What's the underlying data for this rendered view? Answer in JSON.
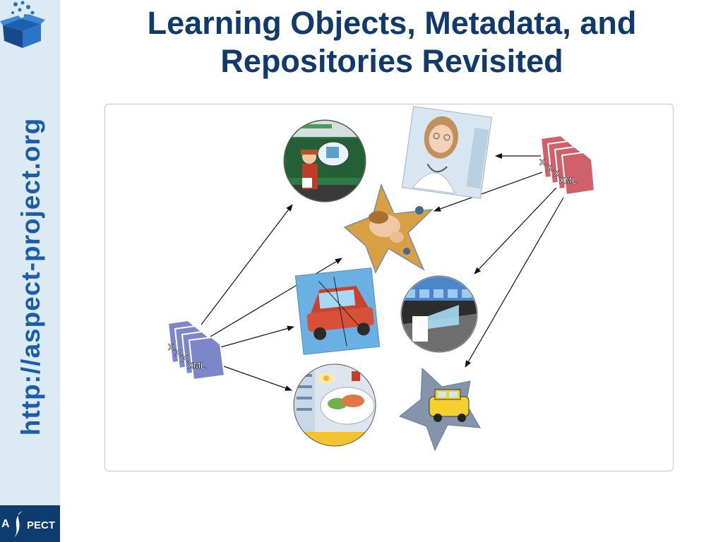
{
  "slide": {
    "title_line1": "Learning Objects, Metadata, and",
    "title_line2": "Repositories Revisited"
  },
  "sidebar": {
    "url": "http://aspect-project.org",
    "logo_a": "A",
    "logo_pect": "PECT"
  },
  "diagram": {
    "xml_label_left": "XML",
    "xml_label_right": "XML",
    "back_label": "X",
    "left_color": "#7b87c8",
    "right_color": "#d0606a"
  },
  "colors": {
    "title": "#0f3a6b",
    "url": "#1a5caa",
    "sidebar_bg": "#dceaf5",
    "logo_bg": "#0d3d6e"
  }
}
